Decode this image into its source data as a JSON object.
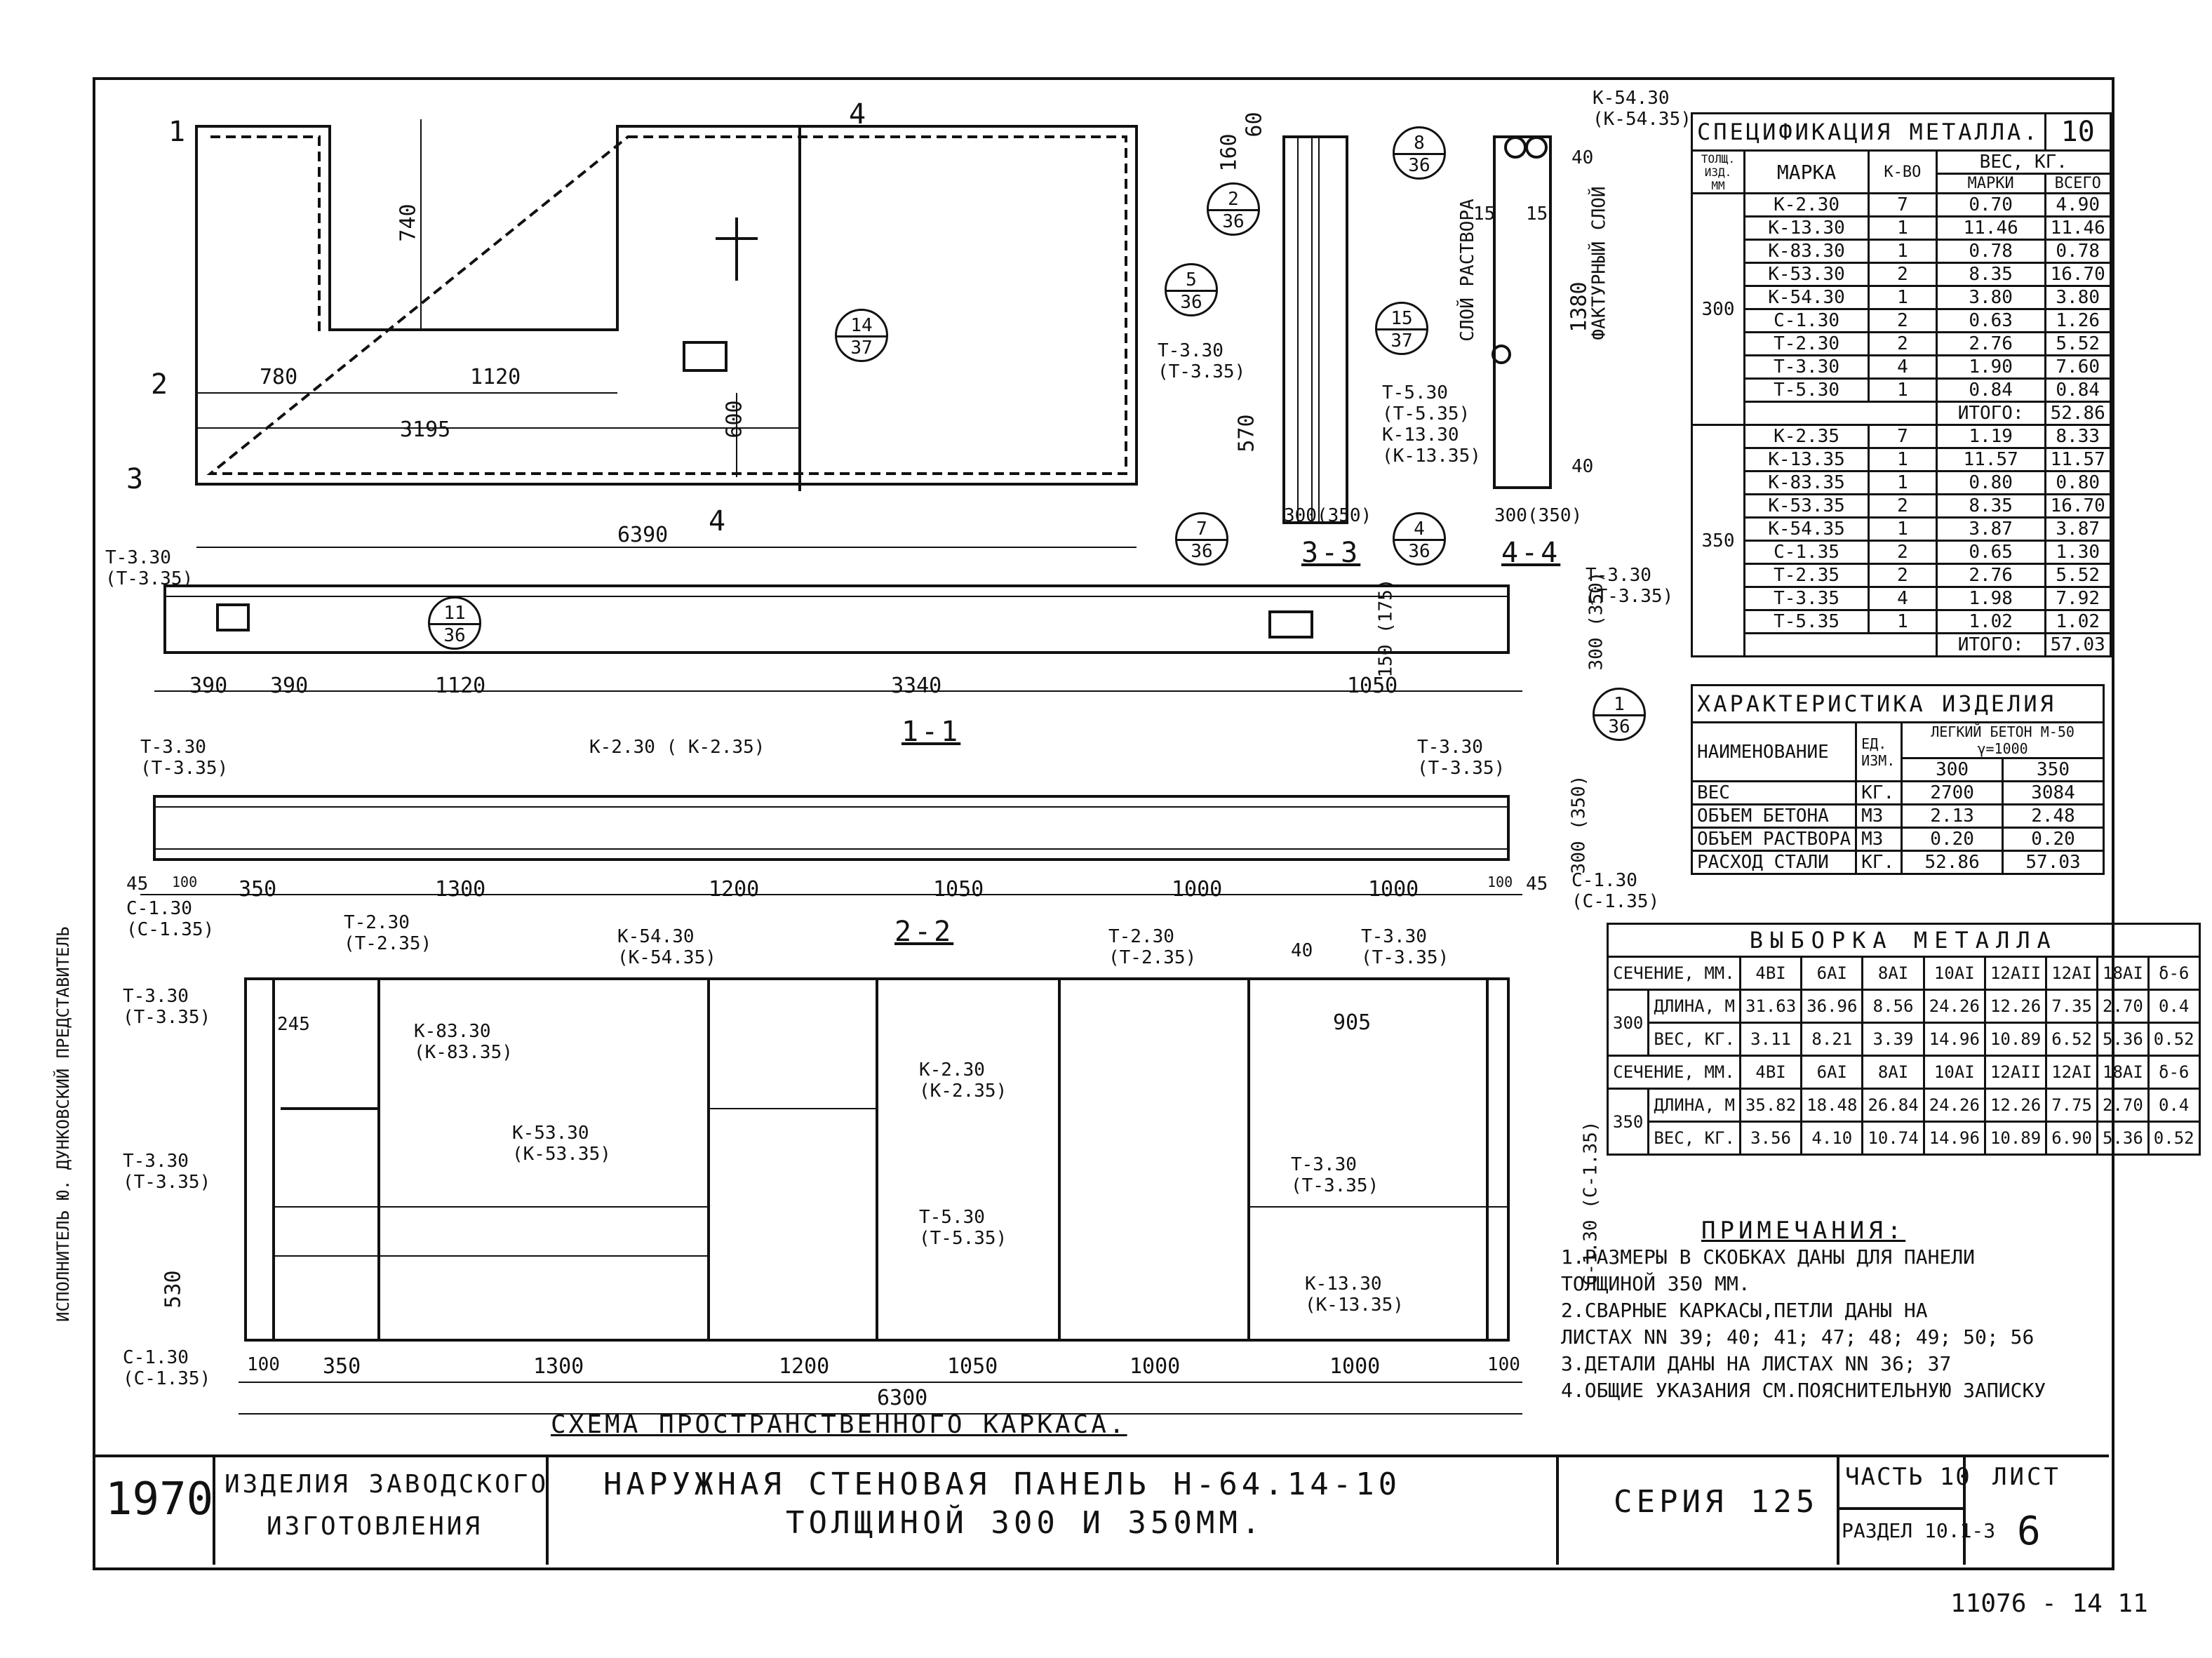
{
  "sheet": {
    "top_right_number": "10",
    "corner_stamp": "1970",
    "bottom_note": "11076 - 14  11",
    "side_text": "ИСПОЛНИТЕЛЬ  Ю. ДУНКОВСКИЙ ПРЕДСТАВИТЕЛЬ"
  },
  "plan_view": {
    "dims": [
      "740",
      "780",
      "1120",
      "3195",
      "600",
      "6390",
      "160",
      "570",
      "60"
    ],
    "section_marks": [
      "1",
      "2",
      "3",
      "4",
      "4"
    ]
  },
  "elevation": {
    "dims": [
      "390",
      "390",
      "1120",
      "3340",
      "1050",
      "300 (350)",
      "150 (175)"
    ],
    "labels": [
      "Т-3.30 (Т-3.35)",
      "Т-3.30 (Т-3.35)"
    ]
  },
  "section_3_3": {
    "title": "3-3",
    "labels": [
      "Т-3.30 (Т-3.35)",
      "300(350)"
    ]
  },
  "section_4_4": {
    "title": "4-4",
    "labels": [
      "К-54.30",
      "(К-54.35)",
      "СЛОЙ РАСТВОРА",
      "ФАКТУРНЫЙ СЛОЙ",
      "1380",
      "15",
      "15",
      "40",
      "40",
      "Т-5.30 (Т-5.35)",
      "К-13.30 (К-13.35)",
      "300(350)"
    ]
  },
  "section_1_1": {
    "title": "1-1",
    "labels": [
      "Т-3.30 (Т-3.35)",
      "К-2.30 ( К-2.35)",
      "Т-3.30 (Т-3.35)",
      "С-1.30 (С-1.35)",
      "С-1.30 (С-1.35)",
      "300 (350)"
    ],
    "dims": [
      "45",
      "100",
      "350",
      "1300",
      "1200",
      "1050",
      "1000",
      "1000",
      "100",
      "45"
    ]
  },
  "section_2_2": {
    "title": "2-2",
    "labels": [
      "Т-2.30 (Т-2.35)",
      "К-54.30 (К-54.35)",
      "Т-2.30 (Т-2.35)",
      "Т-3.30 (Т-3.35)",
      "Т-3.30 (Т-3.35)",
      "К-83.30 (К-83.35)",
      "Т-3.30 (Т-3.35)",
      "К-53.30 (К-53.35)",
      "К-2.30 (К-2.35)",
      "Т-5.30 (Т-5.35)",
      "Т-3.30 (Т-3.35)",
      "К-13.30 (К-13.35)",
      "С-1.30 (С-1.35)",
      "С-1.30 (С-1.35)",
      "905",
      "530",
      "245",
      "40"
    ],
    "dims": [
      "100",
      "350",
      "1300",
      "1200",
      "1050",
      "1000",
      "1000",
      "100",
      "6300"
    ],
    "caption": "СХЕМА ПРОСТРАНСТВЕННОГО КАРКАСА."
  },
  "callouts": [
    {
      "n": "2",
      "d": "36"
    },
    {
      "n": "5",
      "d": "36"
    },
    {
      "n": "14",
      "d": "37"
    },
    {
      "n": "8",
      "d": "36"
    },
    {
      "n": "15",
      "d": "37"
    },
    {
      "n": "4",
      "d": "36"
    },
    {
      "n": "7",
      "d": "36"
    },
    {
      "n": "11",
      "d": "36"
    },
    {
      "n": "1",
      "d": "36"
    }
  ],
  "spec": {
    "title": "СПЕЦИФИКАЦИЯ МЕТАЛЛА.",
    "headers": [
      "ТОЛЩ. ИЗД. ММ",
      "МАРКА",
      "К-ВО",
      "ВЕС, КГ.",
      "МАРКИ",
      "ВСЕГО"
    ],
    "groups": [
      {
        "thickness": "300",
        "rows": [
          [
            "К-2.30",
            "7",
            "0.70",
            "4.90"
          ],
          [
            "К-13.30",
            "1",
            "11.46",
            "11.46"
          ],
          [
            "К-83.30",
            "1",
            "0.78",
            "0.78"
          ],
          [
            "К-53.30",
            "2",
            "8.35",
            "16.70"
          ],
          [
            "К-54.30",
            "1",
            "3.80",
            "3.80"
          ],
          [
            "С-1.30",
            "2",
            "0.63",
            "1.26"
          ],
          [
            "Т-2.30",
            "2",
            "2.76",
            "5.52"
          ],
          [
            "Т-3.30",
            "4",
            "1.90",
            "7.60"
          ],
          [
            "Т-5.30",
            "1",
            "0.84",
            "0.84"
          ]
        ],
        "total_label": "ИТОГО:",
        "total": "52.86"
      },
      {
        "thickness": "350",
        "rows": [
          [
            "К-2.35",
            "7",
            "1.19",
            "8.33"
          ],
          [
            "К-13.35",
            "1",
            "11.57",
            "11.57"
          ],
          [
            "К-83.35",
            "1",
            "0.80",
            "0.80"
          ],
          [
            "К-53.35",
            "2",
            "8.35",
            "16.70"
          ],
          [
            "К-54.35",
            "1",
            "3.87",
            "3.87"
          ],
          [
            "С-1.35",
            "2",
            "0.65",
            "1.30"
          ],
          [
            "Т-2.35",
            "2",
            "2.76",
            "5.52"
          ],
          [
            "Т-3.35",
            "4",
            "1.98",
            "7.92"
          ],
          [
            "Т-5.35",
            "1",
            "1.02",
            "1.02"
          ]
        ],
        "total_label": "ИТОГО:",
        "total": "57.03"
      }
    ]
  },
  "characteristics": {
    "title": "ХАРАКТЕРИСТИКА ИЗДЕЛИЯ",
    "headers": [
      "НАИМЕНОВАНИЕ",
      "ЕД. ИЗМ.",
      "ЛЕГКИЙ БЕТОН М-50 γ=1000",
      "300",
      "350"
    ],
    "rows": [
      [
        "ВЕС",
        "КГ.",
        "2700",
        "3084"
      ],
      [
        "ОБЪЕМ БЕТОНА",
        "М3",
        "2.13",
        "2.48"
      ],
      [
        "ОБЪЕМ РАСТВОРА",
        "М3",
        "0.20",
        "0.20"
      ],
      [
        "РАСХОД СТАЛИ",
        "КГ.",
        "52.86",
        "57.03"
      ]
    ]
  },
  "vyborka": {
    "title": "ВЫБОРКА МЕТАЛЛА",
    "sec_label": "СЕЧЕНИЕ, ММ.",
    "cols": [
      "4ВI",
      "6AI",
      "8AI",
      "10AI",
      "12AII",
      "12AI",
      "18AI",
      "δ-6"
    ],
    "thick_300": "300",
    "len_label": "ДЛИНА, М",
    "w_label": "ВЕС, КГ.",
    "len_300": [
      "31.63",
      "36.96",
      "8.56",
      "24.26",
      "12.26",
      "7.35",
      "2.70",
      "0.4"
    ],
    "w_300": [
      "3.11",
      "8.21",
      "3.39",
      "14.96",
      "10.89",
      "6.52",
      "5.36",
      "0.52"
    ],
    "thick_350": "350",
    "len_350": [
      "35.82",
      "18.48",
      "26.84",
      "24.26",
      "12.26",
      "7.75",
      "2.70",
      "0.4"
    ],
    "w_350": [
      "3.56",
      "4.10",
      "10.74",
      "14.96",
      "10.89",
      "6.90",
      "5.36",
      "0.52"
    ]
  },
  "notes": {
    "title": "ПРИМЕЧАНИЯ:",
    "items": [
      "1.РАЗМЕРЫ В СКОБКАХ ДАНЫ ДЛЯ ПАНЕЛИ",
      "  ТОЛЩИНОЙ 350 ММ.",
      "2.СВАРНЫЕ КАРКАСЫ,ПЕТЛИ ДАНЫ НА",
      "  ЛИСТАХ NN 39; 40; 41; 47; 48; 49; 50; 56",
      "3.ДЕТАЛИ ДАНЫ НА ЛИСТАХ NN 36; 37",
      "4.ОБЩИЕ УКАЗАНИЯ СМ.ПОЯСНИТЕЛЬНУЮ ЗАПИСКУ"
    ]
  },
  "title_block": {
    "year": "1970",
    "org_line1": "ИЗДЕЛИЯ ЗАВОДСКОГО",
    "org_line2": "ИЗГОТОВЛЕНИЯ",
    "name_line1": "НАРУЖНАЯ СТЕНОВАЯ ПАНЕЛЬ Н-64.14-10",
    "name_line2": "ТОЛЩИНОЙ 300 И 350ММ.",
    "series": "СЕРИЯ 125",
    "part": "ЧАСТЬ 10",
    "section": "РАЗДЕЛ 10.1-3",
    "sheet_label": "ЛИСТ",
    "sheet_no": "6"
  }
}
